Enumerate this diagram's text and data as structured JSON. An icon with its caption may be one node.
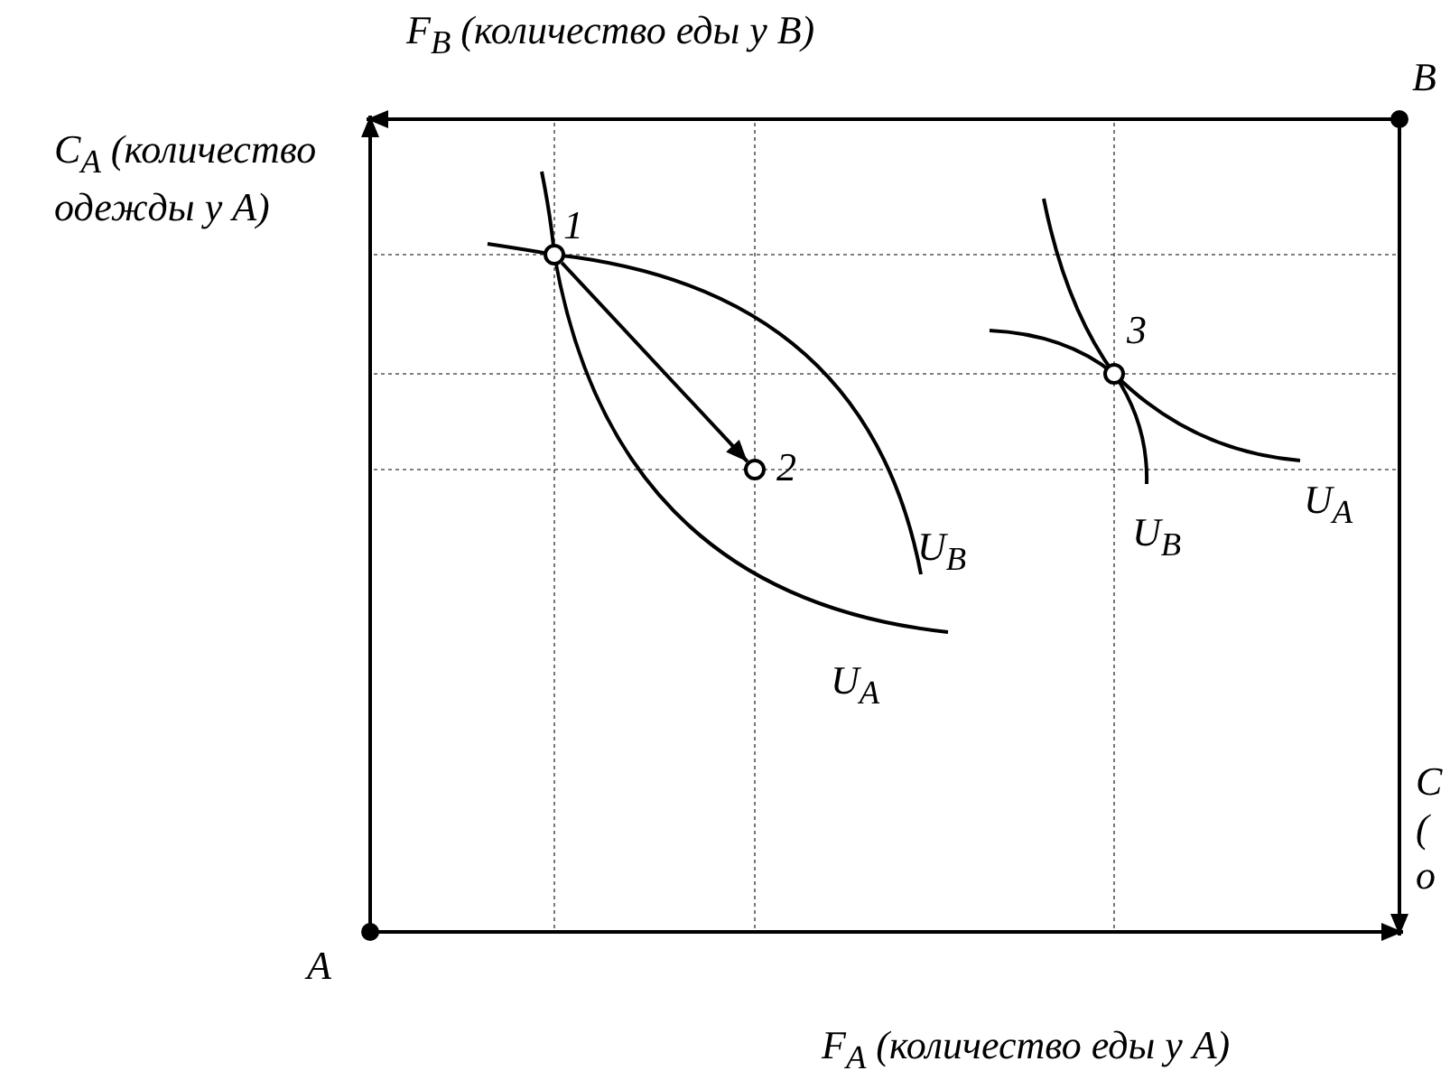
{
  "diagram": {
    "nodes": [
      {
        "text": [],
        "shape": "circle",
        "beside": [
          "1"
        ]
      },
      {
        "text": [],
        "shape": "circle",
        "beside": [
          "2"
        ]
      },
      {
        "text": [],
        "shape": "circle",
        "beside": [
          "3"
        ]
      }
    ],
    "edges": [
      {
        "from": 0,
        "to": 1,
        "arrow": "to"
      }
    ],
    "labels": [
      "F$_{B}$ (количество еды у B)",
      "B",
      "C$_{A}$ (количество одежды у A)",
      "U$_{A}$",
      "U$_{B}$",
      "U$_{B}$",
      "U$_{A}$",
      "C ( о",
      "A",
      "F$_{A}$ (количество еды у A)"
    ]
  }
}
